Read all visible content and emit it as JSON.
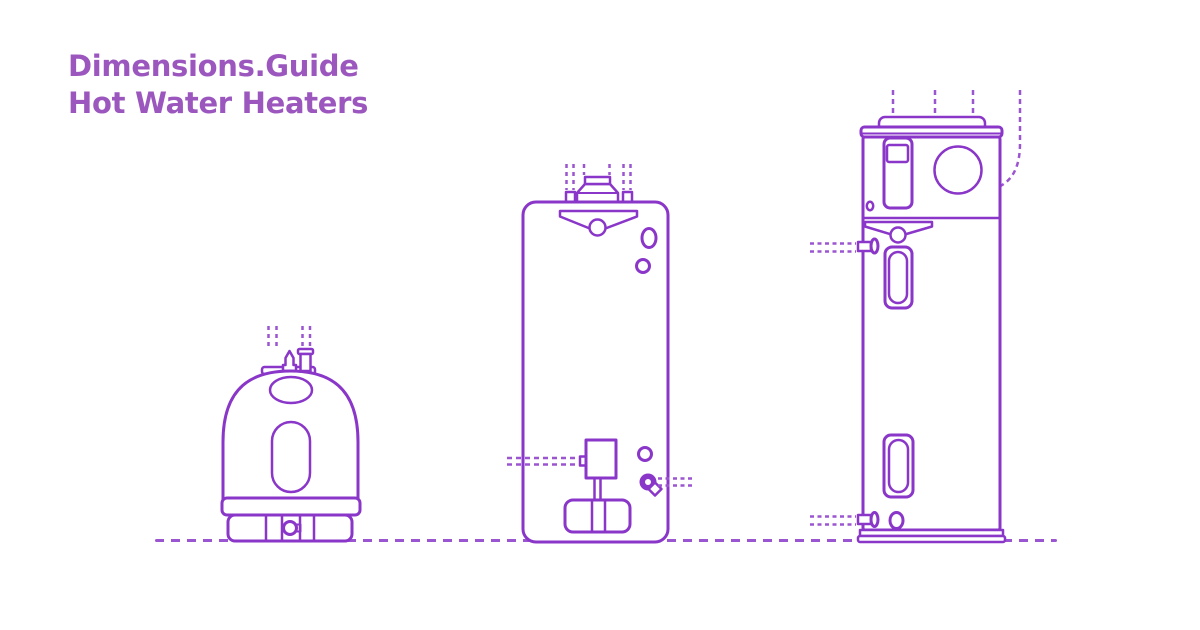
{
  "header": {
    "title_line1": "Dimensions.Guide",
    "title_line2": "Hot Water Heaters"
  },
  "theme": {
    "line_color": "#8a36c8",
    "dash_color": "#9c55d0",
    "title_color": "#9b57be",
    "background": "#ffffff"
  },
  "figures": [
    {
      "id": "compact-lowboy-water-heater",
      "label": "Compact lowboy electric water heater drawing"
    },
    {
      "id": "gas-tank-water-heater",
      "label": "Gas tank water heater drawing"
    },
    {
      "id": "heat-pump-water-heater",
      "label": "Heat pump water heater drawing"
    }
  ],
  "ground": {
    "label": "floor line"
  }
}
